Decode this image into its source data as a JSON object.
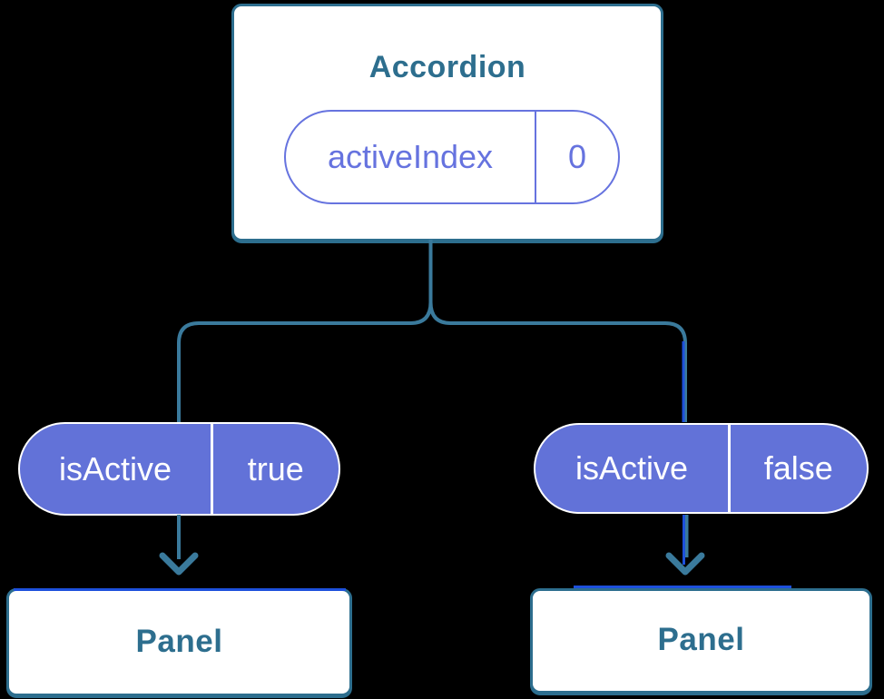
{
  "accordion": {
    "title": "Accordion",
    "state": {
      "name": "activeIndex",
      "value": "0"
    }
  },
  "props": [
    {
      "name": "isActive",
      "value": "true"
    },
    {
      "name": "isActive",
      "value": "false"
    }
  ],
  "panels": [
    {
      "title": "Panel"
    },
    {
      "title": "Panel"
    }
  ],
  "colors": {
    "teal_border": "#2d6e8e",
    "teal_text": "#2d6e8e",
    "teal_line": "#3a7a9c",
    "purple_fill": "#6272d8",
    "purple_outline": "#6673df",
    "pulse_blue": "#1d50dc",
    "node_bg": "#ffffff",
    "canvas_bg": "#000000",
    "pill_text": "#ffffff"
  }
}
